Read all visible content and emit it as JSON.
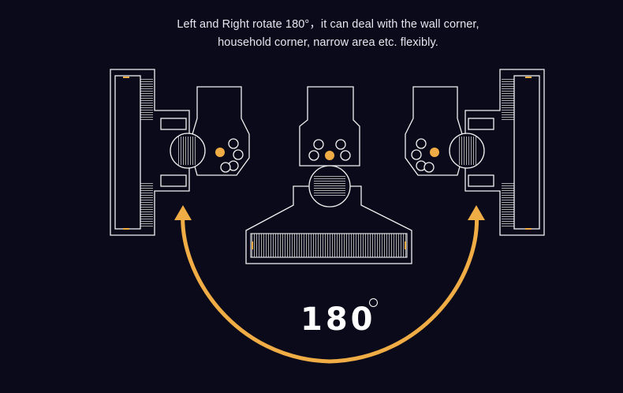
{
  "caption": {
    "line1": "Left and Right rotate 180°，it can deal with the wall corner,",
    "line2": "household corner, narrow area etc. flexibly."
  },
  "rotation": {
    "value": "180"
  },
  "colors": {
    "background": "#0b0a1a",
    "outline": "#f2f2f2",
    "accent": "#f0ad45"
  }
}
